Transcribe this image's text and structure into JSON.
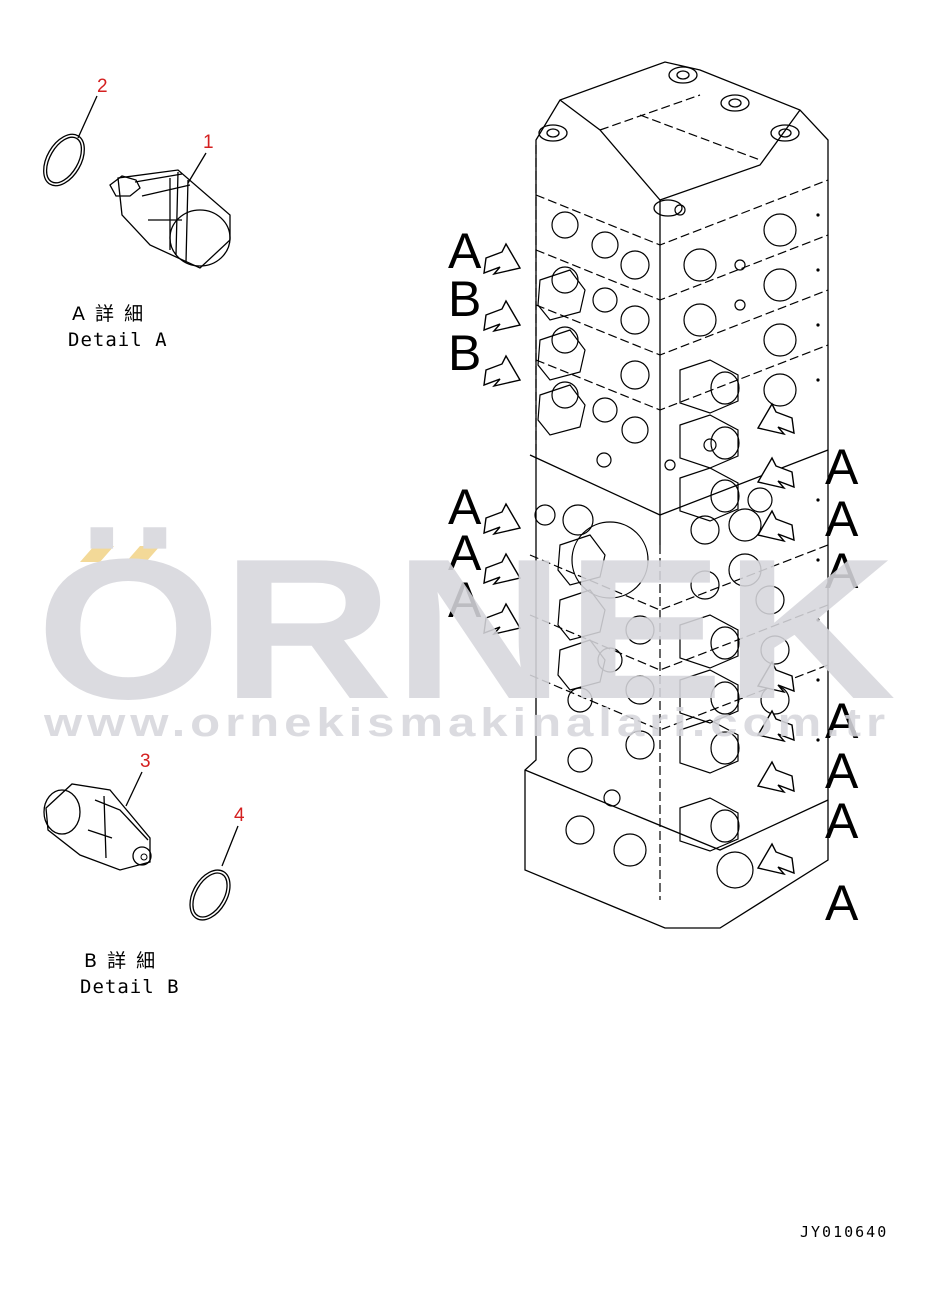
{
  "callouts": {
    "item1": "1",
    "item2": "2",
    "item3": "3",
    "item4": "4"
  },
  "detail_a": {
    "jp": "A 詳 細",
    "en": "Detail A"
  },
  "detail_b": {
    "jp": "B 詳 細",
    "en": "Detail B"
  },
  "arrow_labels": {
    "left": [
      "A",
      "B",
      "B",
      "A",
      "A",
      "A"
    ],
    "right": [
      "A",
      "A",
      "A",
      "A",
      "A",
      "A",
      "A"
    ]
  },
  "drawing_number": "JY010640",
  "watermark": {
    "brand": "ÖRNEK",
    "url": "www.ornekismakinalari.com.tr"
  },
  "colors": {
    "callout": "#d42020",
    "watermark_gray": "#d7d7dc",
    "watermark_accent": "#f2d48a",
    "line": "#000000"
  }
}
